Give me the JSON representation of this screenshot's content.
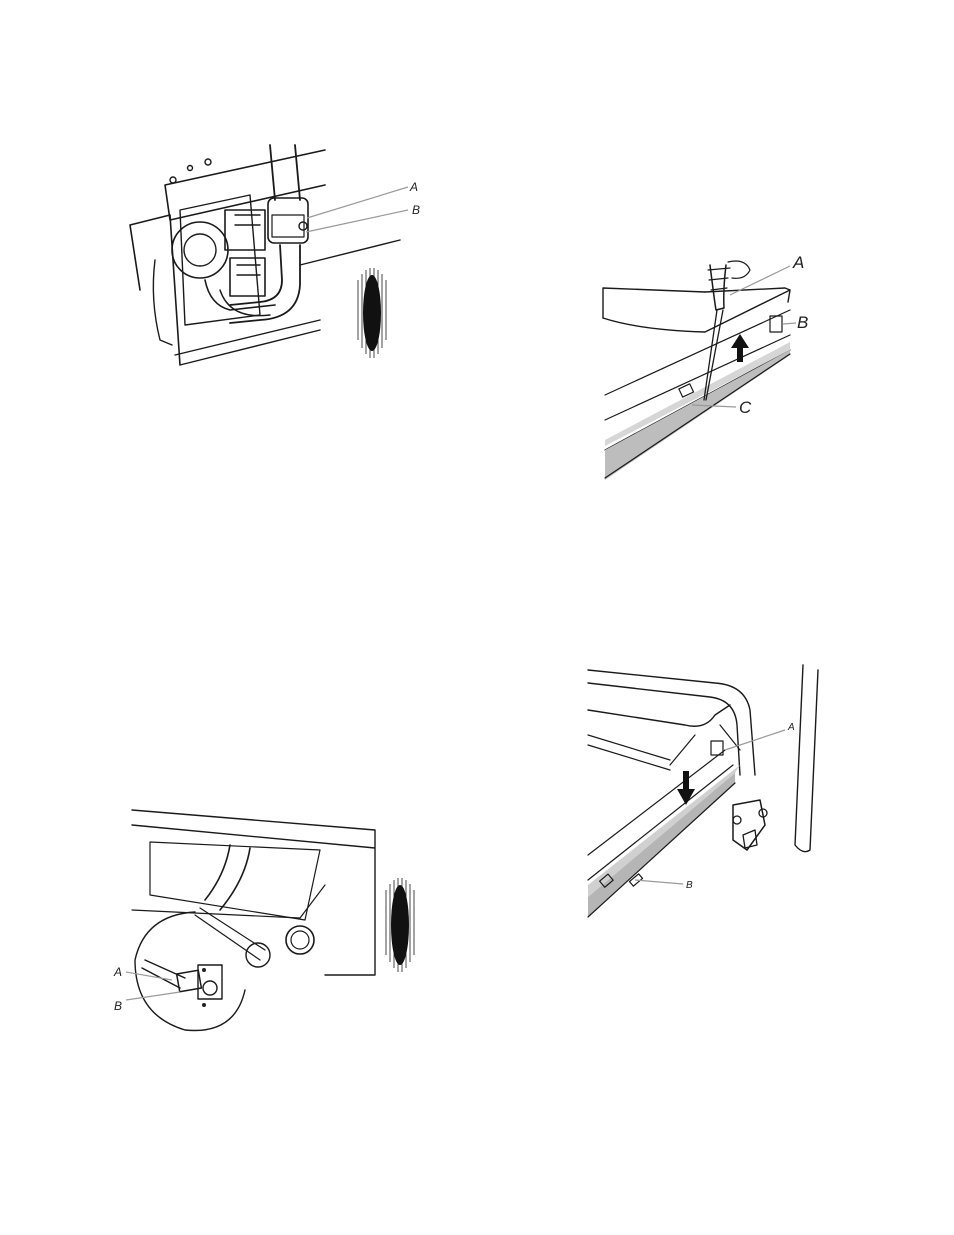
{
  "figures": [
    {
      "id": "gas-valve-connection",
      "callouts": [
        "A",
        "B"
      ],
      "has_flame_symbol": true
    },
    {
      "id": "screwdriver-release-trim",
      "callouts": [
        "A",
        "B",
        "C"
      ],
      "arrow_direction": "up"
    },
    {
      "id": "burner-orifice-detail",
      "callouts": [
        "A",
        "B"
      ],
      "has_flame_symbol": true
    },
    {
      "id": "reinstall-trim",
      "callouts": [
        "A",
        "B"
      ],
      "arrow_direction": "down"
    }
  ]
}
